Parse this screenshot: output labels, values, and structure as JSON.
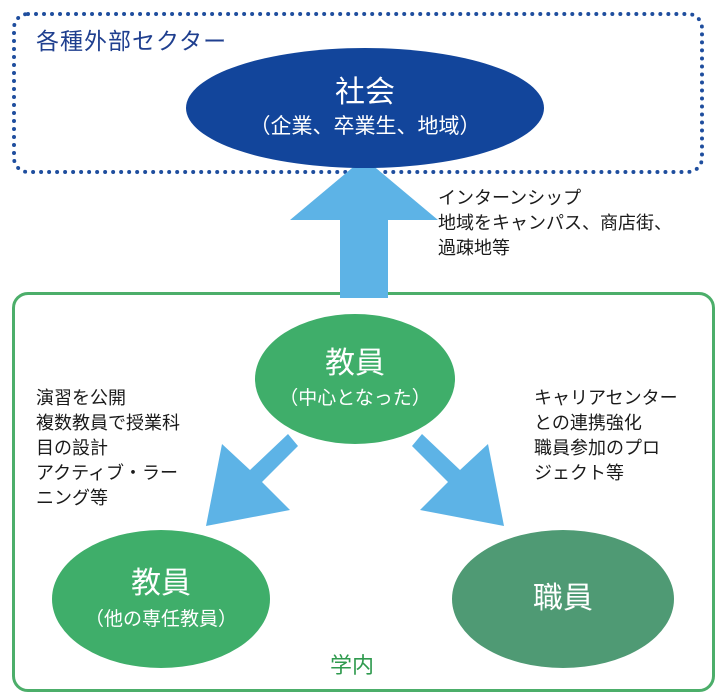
{
  "external": {
    "label": "各種外部セクター"
  },
  "society": {
    "title": "社会",
    "subtitle": "（企業、卒業生、地域）"
  },
  "notes": {
    "society_link": "インターンシップ\n地域をキャンパス、商店街、\n過疎地等",
    "faculty_link": "演習を公開\n複数教員で授業科\n目の設計\nアクティブ・ラー\nニング等",
    "staff_link": "キャリアセンター\nとの連携強化\n職員参加のプロ\nジェクト等"
  },
  "campus": {
    "label": "学内"
  },
  "faculty_center": {
    "title": "教員",
    "subtitle": "（中心となった）"
  },
  "faculty_other": {
    "title": "教員",
    "subtitle": "（他の専任教員）"
  },
  "staff": {
    "title": "職員"
  },
  "colors": {
    "arrow": "#5db3e6",
    "society": "#12459b",
    "faculty": "#3fae6a",
    "staff": "#4f9a74",
    "campus_border": "#4cae6a",
    "external_border": "#1f4e9e"
  }
}
